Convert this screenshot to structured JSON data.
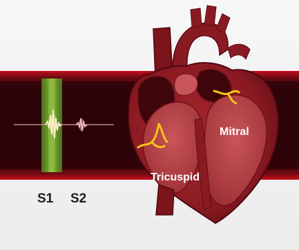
{
  "sounds": {
    "s1_label": "S1",
    "s2_label": "S2"
  },
  "valves": {
    "mitral_label": "Mitral",
    "tricuspid_label": "Tricuspid"
  },
  "colors": {
    "background_top": "#f4f4f4",
    "band_dark": "#3a0309",
    "band_edge": "#c40f1a",
    "heart_main": "#8e1c24",
    "heart_shadow": "#4e080f",
    "chamber": "#c04a4d",
    "highlight": "#6ea82a",
    "valve": "#f5c518",
    "waveform": "#e6a7a9",
    "label_dark": "#1c1c1c",
    "label_light": "#ffffff"
  }
}
